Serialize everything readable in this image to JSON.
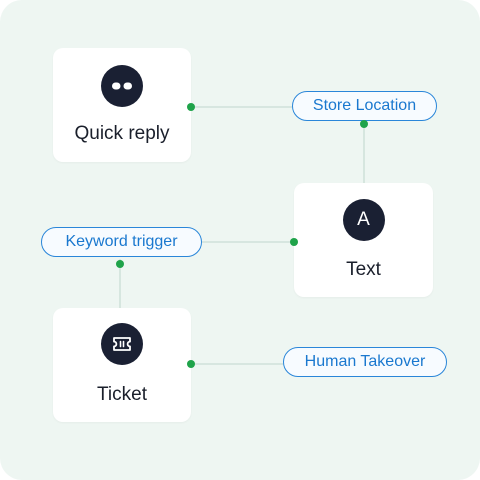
{
  "nodes": {
    "quick_reply": {
      "label": "Quick reply",
      "icon": "quick-reply-icon"
    },
    "text": {
      "label": "Text",
      "icon_letter": "A"
    },
    "ticket": {
      "label": "Ticket",
      "icon": "ticket-icon"
    }
  },
  "tags": {
    "store_location": "Store Location",
    "keyword_trigger": "Keyword trigger",
    "human_takeover": "Human Takeover"
  },
  "colors": {
    "background": "#eef6f2",
    "connector": "#cfe1d9",
    "dot": "#1fa34a",
    "tag_border": "#2a86d9",
    "tag_text": "#1a78cf",
    "icon_bg": "#1a2033"
  }
}
